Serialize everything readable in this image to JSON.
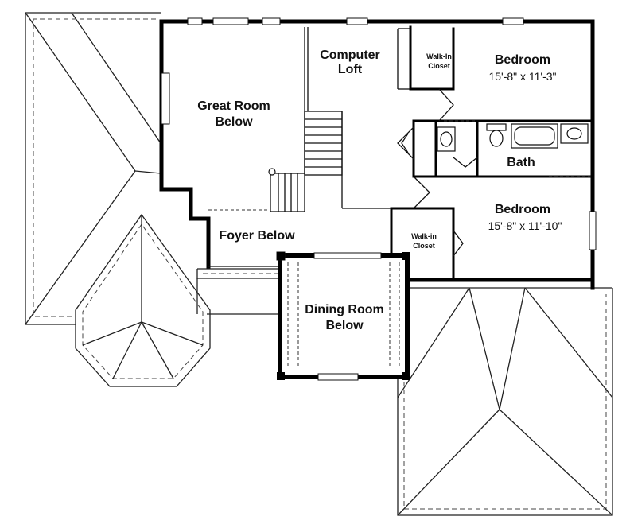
{
  "rooms": {
    "great_room": {
      "line1": "Great Room",
      "line2": "Below"
    },
    "computer_loft": {
      "line1": "Computer",
      "line2": "Loft"
    },
    "walk_in_closet_top": {
      "line1": "Walk-In",
      "line2": "Closet"
    },
    "bedroom_top": {
      "name": "Bedroom",
      "size": "15'-8\" x 11'-3\""
    },
    "bath": {
      "name": "Bath"
    },
    "bedroom_bottom": {
      "name": "Bedroom",
      "size": "15'-8\" x 11'-10\""
    },
    "walk_in_closet_bottom": {
      "line1": "Walk-in",
      "line2": "Closet"
    },
    "foyer": {
      "name": "Foyer Below"
    },
    "dining_room": {
      "line1": "Dining Room",
      "line2": "Below"
    }
  }
}
